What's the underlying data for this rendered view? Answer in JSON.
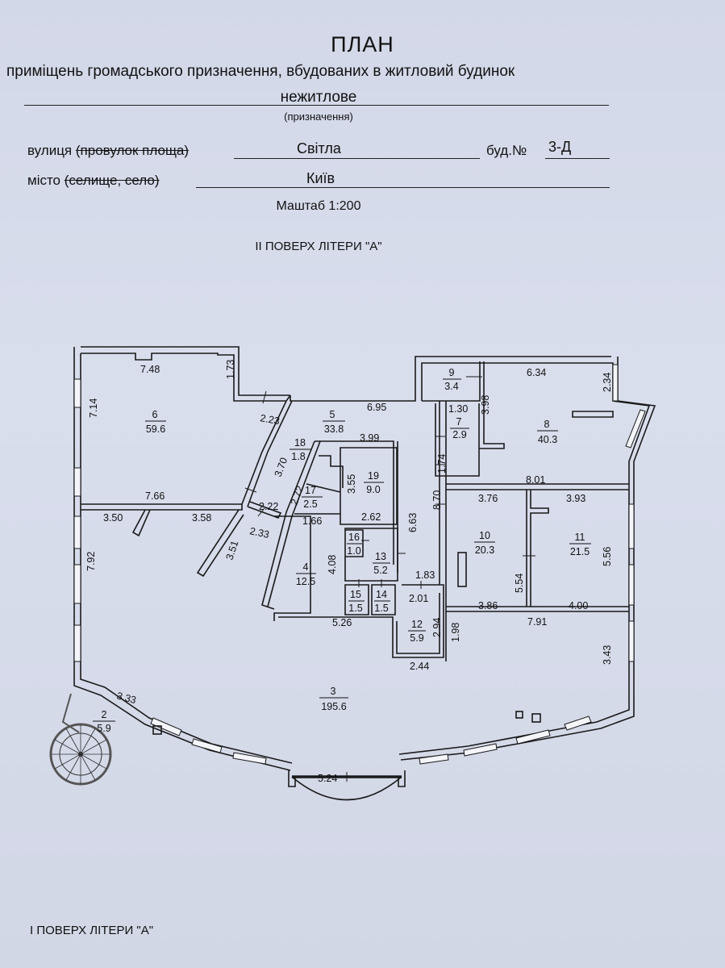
{
  "header": {
    "title": "ПЛАН",
    "subtitle": "приміщень громадського призначення, вбудованих в житловий будинок",
    "purpose_value": "нежитлове",
    "purpose_caption": "(призначення)"
  },
  "address": {
    "street_label": "вулиця",
    "street_struck": "(провулок площа)",
    "street_value": "Світла",
    "building_label": "буд.№",
    "building_value": "3-Д",
    "city_label": "місто",
    "city_struck": "(селище, село)",
    "city_value": "Київ"
  },
  "scale": "Маштаб 1:200",
  "floor_labels": {
    "upper": "II ПОВЕРХ   ЛІТЕРИ \"А\"",
    "lower": "I ПОВЕРХ   ЛІТЕРИ \"А\""
  },
  "rooms": [
    {
      "no": "2",
      "area": "5.9"
    },
    {
      "no": "3",
      "area": "195.6"
    },
    {
      "no": "4",
      "area": "12.5"
    },
    {
      "no": "5",
      "area": "33.8"
    },
    {
      "no": "6",
      "area": "59.6"
    },
    {
      "no": "7",
      "area": "2.9"
    },
    {
      "no": "8",
      "area": "40.3"
    },
    {
      "no": "9",
      "area": "3.4"
    },
    {
      "no": "10",
      "area": "20.3"
    },
    {
      "no": "11",
      "area": "21.5"
    },
    {
      "no": "12",
      "area": "5.9"
    },
    {
      "no": "13",
      "area": "5.2"
    },
    {
      "no": "14",
      "area": "1.5"
    },
    {
      "no": "15",
      "area": "1.5"
    },
    {
      "no": "16",
      "area": "1.0"
    },
    {
      "no": "17",
      "area": "2.5"
    },
    {
      "no": "18",
      "area": "1.8"
    },
    {
      "no": "19",
      "area": "9.0"
    }
  ],
  "dimensions": {
    "d748": "7.48",
    "d173": "1.73",
    "d714": "7.14",
    "d223": "2.23",
    "d766": "7.66",
    "d350": "3.50",
    "d358": "3.58",
    "d351": "3.51",
    "d792": "7.92",
    "d222": "2.22",
    "d233": "2.33",
    "d370": "3.70",
    "d272": "2.72",
    "d695": "6.95",
    "d399": "3.99",
    "d355": "3.55",
    "d262": "2.62",
    "d166": "1.66",
    "d663": "6.63",
    "d408": "4.08",
    "d183": "1.83",
    "d201": "2.01",
    "d294": "2.94",
    "d244": "2.44",
    "d526": "5.26",
    "d198": "1.98",
    "d870": "8.70",
    "d174": "1.74",
    "d130": "1.30",
    "d398": "3.98",
    "d634": "6.34",
    "d234": "2.34",
    "d801": "8.01",
    "d376": "3.76",
    "d393": "3.93",
    "d554": "5.54",
    "d556": "5.56",
    "d386": "3.86",
    "d400": "4.00",
    "d791": "7.91",
    "d343": "3.43",
    "d333": "3.33",
    "d524": "5.24"
  }
}
